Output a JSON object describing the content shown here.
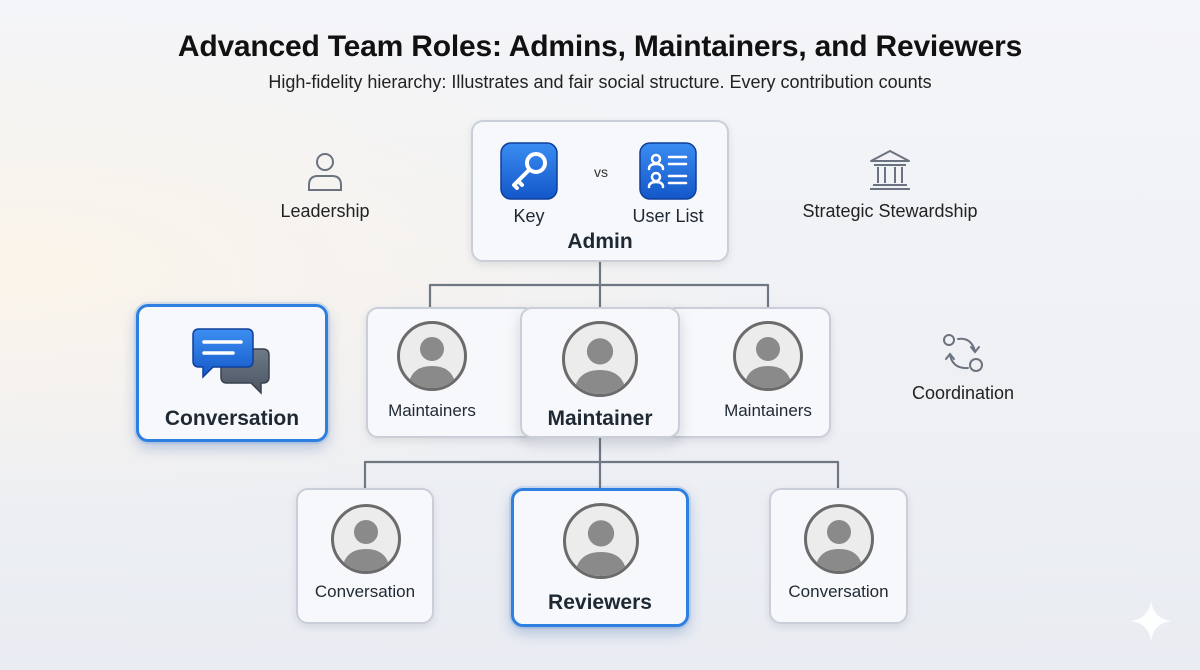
{
  "header": {
    "title": "Advanced Team Roles: Admins, Maintainers, and Reviewers",
    "subtitle": "High-fidelity hierarchy: Illustrates and fair social structure. Every contribution counts"
  },
  "admin": {
    "key_label": "Key",
    "vs": "vs",
    "userlist_label": "User List",
    "title": "Admin"
  },
  "side": {
    "leadership": "Leadership",
    "stewardship": "Strategic Stewardship",
    "coordination": "Coordination"
  },
  "conversation_card": {
    "label": "Conversation"
  },
  "maintainers": {
    "left": "Maintainers",
    "center": "Maintainer",
    "right": "Maintainers"
  },
  "reviewers": {
    "left": "Conversation",
    "center": "Reviewers",
    "right": "Conversation"
  },
  "colors": {
    "accent": "#2f7fe0",
    "icon_blue": "#1a6fe0",
    "connector": "#6f7783"
  },
  "icons": [
    "person-icon",
    "key-icon",
    "user-list-icon",
    "bank-icon",
    "chat-icon",
    "sync-icon",
    "avatar-icon",
    "sparkle-icon"
  ]
}
